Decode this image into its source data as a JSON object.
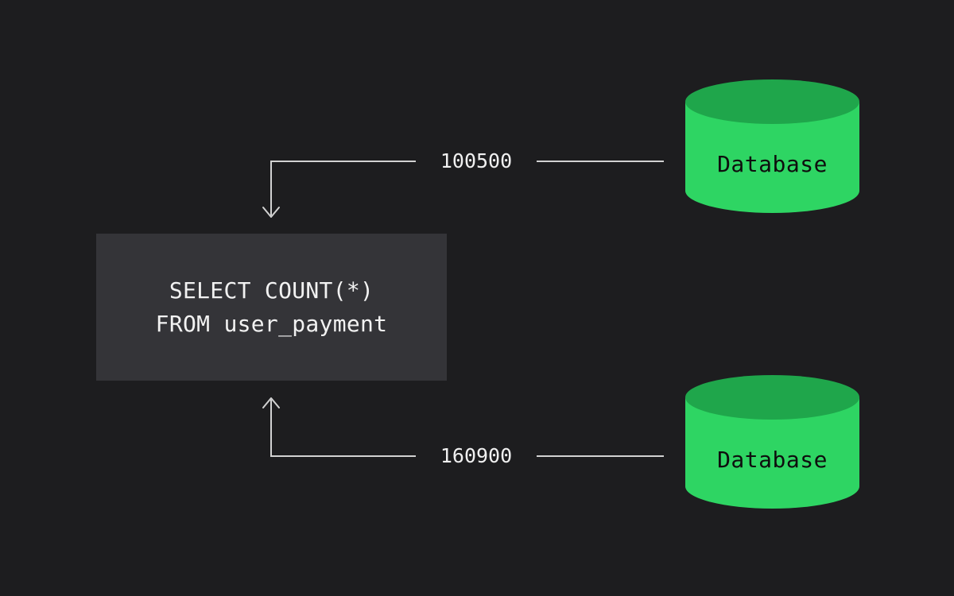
{
  "diagram": {
    "type": "data-flow",
    "query_box": {
      "line1": "SELECT COUNT(*)",
      "line2": "FROM user_payment"
    },
    "databases": [
      {
        "position": "top",
        "label": "Database",
        "count": "100500"
      },
      {
        "position": "bottom",
        "label": "Database",
        "count": "160900"
      }
    ],
    "connections": [
      {
        "from": "database-top",
        "to": "sql-query-box",
        "value": "100500",
        "arrow_direction": "down-into-query"
      },
      {
        "from": "database-bottom",
        "to": "sql-query-box",
        "value": "160900",
        "arrow_direction": "up-into-query"
      }
    ]
  },
  "colors": {
    "background": "#1d1d1f",
    "query_box_fill": "#343438",
    "query_text": "#f2f2f2",
    "cylinder_body": "#2ed563",
    "cylinder_top_face": "#1fa64b",
    "database_text": "#0e0e0e",
    "wire": "#d2d2d2",
    "count_text": "#f0f0f0"
  }
}
